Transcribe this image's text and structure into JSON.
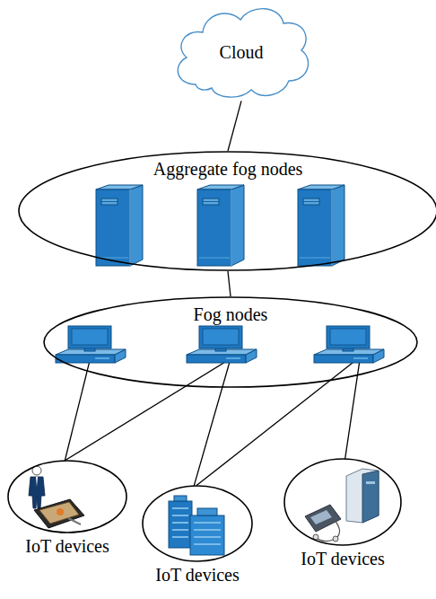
{
  "diagram": {
    "nodes": [
      {
        "text": [
          "Cloud"
        ]
      },
      {
        "text": [
          "Aggregate fog nodes"
        ]
      },
      {
        "text": [
          "Fog nodes"
        ]
      },
      {
        "text": [
          "IoT devices"
        ]
      },
      {
        "text": [
          "IoT devices"
        ]
      },
      {
        "text": [
          "IoT devices"
        ]
      }
    ],
    "edges": [
      {
        "from": 0,
        "to": 1,
        "arrow": "none"
      },
      {
        "from": 1,
        "to": 2,
        "arrow": "none"
      },
      {
        "from": 2,
        "to": 3,
        "arrow": "none"
      },
      {
        "from": 2,
        "to": 3,
        "arrow": "none"
      },
      {
        "from": 2,
        "to": 4,
        "arrow": "none"
      },
      {
        "from": 2,
        "to": 4,
        "arrow": "none"
      },
      {
        "from": 2,
        "to": 5,
        "arrow": "none"
      }
    ]
  }
}
